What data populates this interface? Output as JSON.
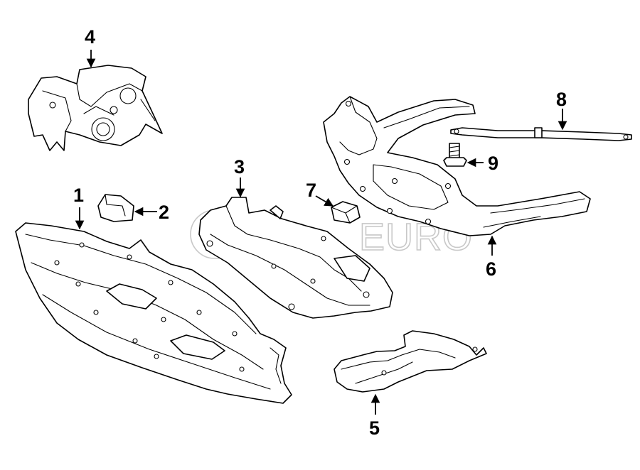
{
  "watermark": {
    "left": "FCP",
    "right": "EURO"
  },
  "callouts": [
    {
      "id": "1",
      "label": "1"
    },
    {
      "id": "2",
      "label": "2"
    },
    {
      "id": "3",
      "label": "3"
    },
    {
      "id": "4",
      "label": "4"
    },
    {
      "id": "5",
      "label": "5"
    },
    {
      "id": "6",
      "label": "6"
    },
    {
      "id": "7",
      "label": "7"
    },
    {
      "id": "8",
      "label": "8"
    },
    {
      "id": "9",
      "label": "9"
    }
  ]
}
